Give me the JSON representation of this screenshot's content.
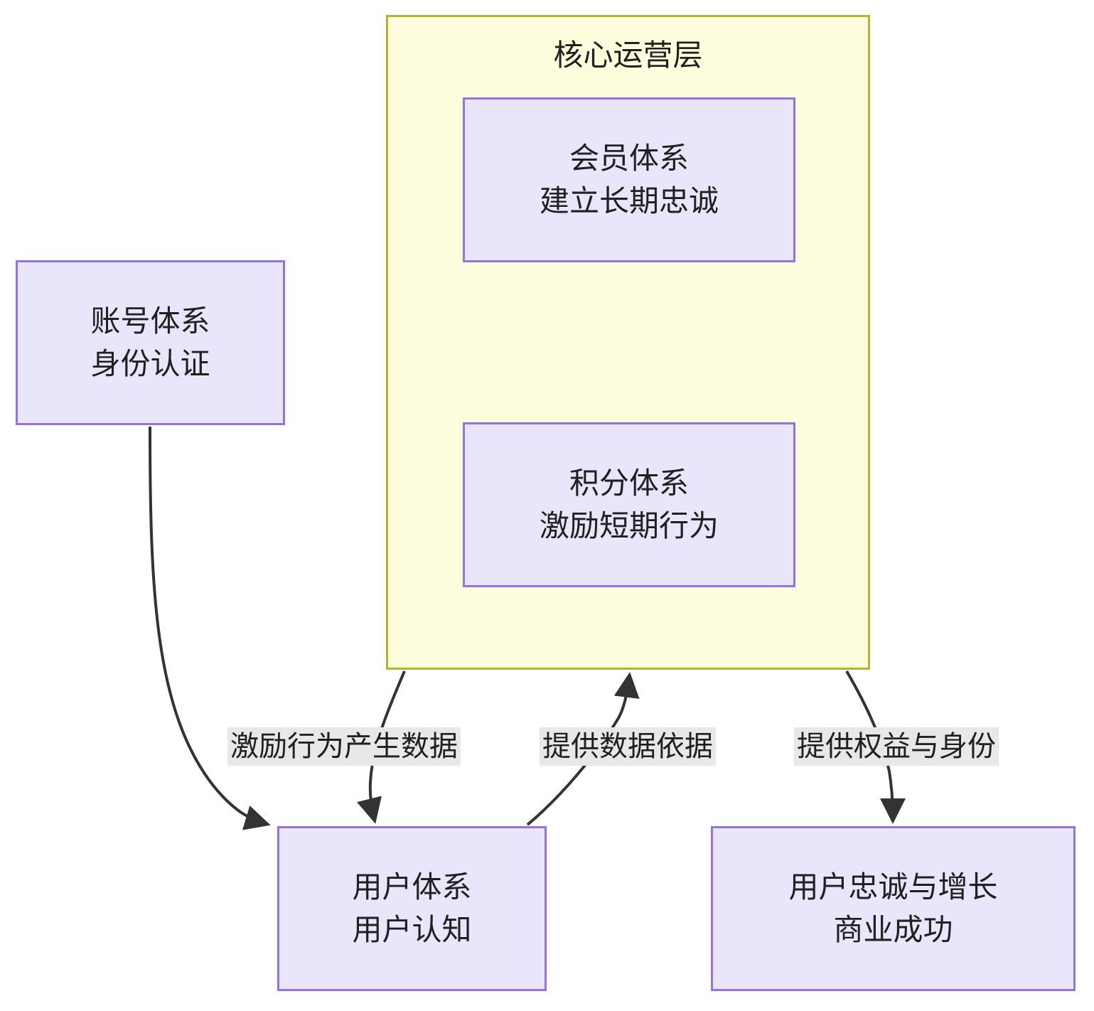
{
  "diagram": {
    "type": "flowchart",
    "background": "#ffffff",
    "cluster": {
      "title": "核心运营层",
      "fill": "#fdfcdc",
      "stroke": "#b5b432"
    },
    "node_style": {
      "fill": "#e9e6fb",
      "stroke": "#9673d9",
      "text_color": "#1f2020"
    },
    "edge_color": "#333333",
    "label_bg": "#e8e8e8",
    "nodes": [
      {
        "id": "account",
        "line1": "账号体系",
        "line2": "身份认证"
      },
      {
        "id": "membership",
        "line1": "会员体系",
        "line2": "建立长期忠诚"
      },
      {
        "id": "points",
        "line1": "积分体系",
        "line2": "激励短期行为"
      },
      {
        "id": "user",
        "line1": "用户体系",
        "line2": "用户认知"
      },
      {
        "id": "loyalty",
        "line1": "用户忠诚与增长",
        "line2": "商业成功"
      }
    ],
    "edges": [
      {
        "id": "account-user",
        "label": ""
      },
      {
        "id": "membership-points",
        "label": "",
        "arrow": "both"
      },
      {
        "id": "points-user",
        "label": "激励行为产生数据",
        "arrow": "end"
      },
      {
        "id": "user-core",
        "label": "提供数据依据",
        "arrow": "end"
      },
      {
        "id": "membership-loyalty",
        "label": "提供权益与身份",
        "arrow": "end"
      }
    ]
  }
}
